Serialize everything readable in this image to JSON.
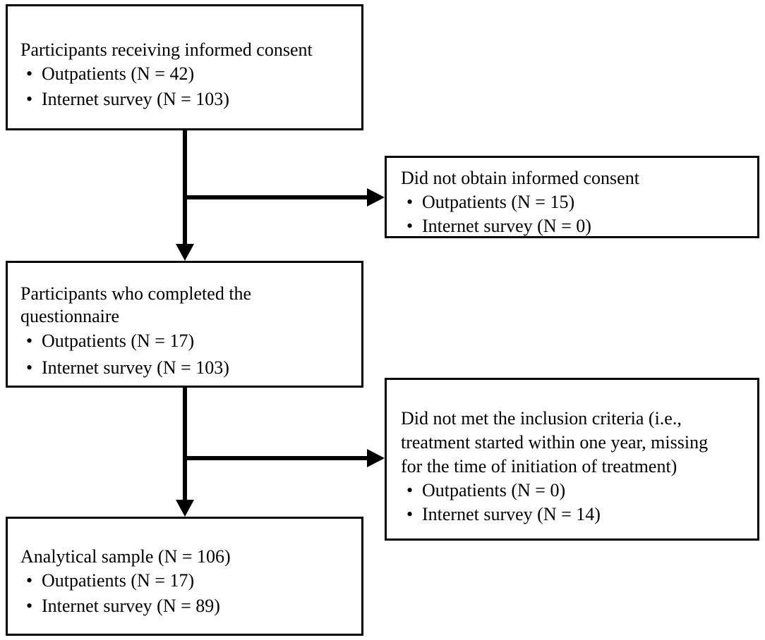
{
  "boxes": {
    "consent": {
      "title": "Participants receiving informed consent",
      "items": [
        "Outpatients (N = 42)",
        "Internet survey (N = 103)"
      ]
    },
    "no_consent": {
      "title": "Did not obtain informed consent",
      "items": [
        "Outpatients (N = 15)",
        "Internet survey (N = 0)"
      ]
    },
    "completed": {
      "title_line1": "Participants who completed the",
      "title_line2": "questionnaire",
      "items": [
        "Outpatients (N = 17)",
        "Internet survey (N = 103)"
      ]
    },
    "excluded": {
      "title_line1": "Did not met the inclusion criteria (i.e.,",
      "title_line2": "treatment started within one year, missing",
      "title_line3": "for the time of initiation of treatment)",
      "items": [
        "Outpatients (N = 0)",
        "Internet survey (N = 14)"
      ]
    },
    "analytical": {
      "title": "Analytical sample (N = 106)",
      "items": [
        "Outpatients (N = 17)",
        "Internet survey (N = 89)"
      ]
    }
  },
  "bullet": "•"
}
